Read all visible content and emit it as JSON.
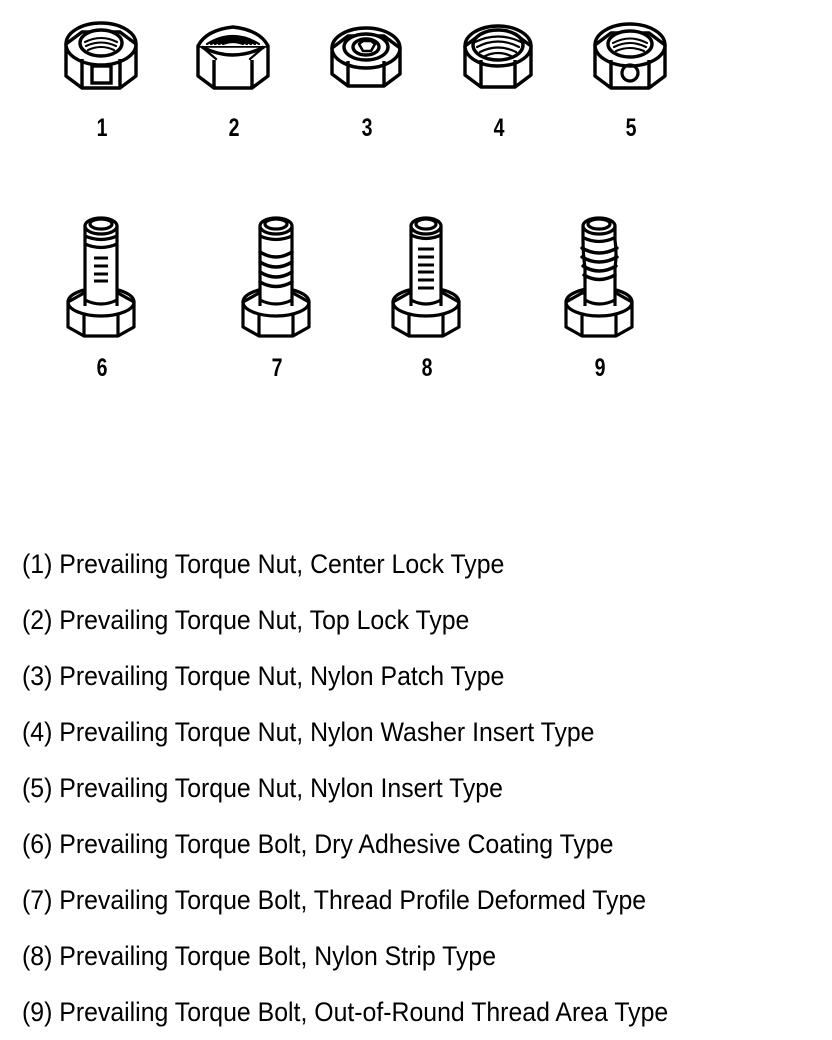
{
  "figure": {
    "nuts": [
      {
        "number": "1",
        "icon": "hex-nut-center-lock-icon",
        "name": "nut-center-lock",
        "feature": "square-indent-on-flank"
      },
      {
        "number": "2",
        "icon": "hex-nut-top-lock-icon",
        "name": "nut-top-lock",
        "feature": "crimped-deformed-top"
      },
      {
        "number": "3",
        "icon": "hex-nut-nylon-patch-icon",
        "name": "nut-nylon-patch",
        "feature": "concentric-rings-top"
      },
      {
        "number": "4",
        "icon": "hex-nut-nylon-washer-insert-icon",
        "name": "nut-nylon-washer-insert",
        "feature": "wide-thread-bore"
      },
      {
        "number": "5",
        "icon": "hex-nut-nylon-insert-icon",
        "name": "nut-nylon-insert",
        "feature": "round-hole-on-flank"
      }
    ],
    "bolts": [
      {
        "number": "6",
        "icon": "hex-bolt-dry-adhesive-icon",
        "name": "bolt-dry-adhesive-coating",
        "feature": "coating-patch-on-shank"
      },
      {
        "number": "7",
        "icon": "hex-bolt-thread-deformed-icon",
        "name": "bolt-thread-profile-deformed",
        "feature": "deformed-thread-bands"
      },
      {
        "number": "8",
        "icon": "hex-bolt-nylon-strip-icon",
        "name": "bolt-nylon-strip",
        "feature": "longitudinal-nylon-strip"
      },
      {
        "number": "9",
        "icon": "hex-bolt-out-of-round-icon",
        "name": "bolt-out-of-round-thread-area",
        "feature": "bulged-out-of-round-section"
      }
    ]
  },
  "captions": [
    "(1) Prevailing Torque Nut, Center Lock Type",
    "(2) Prevailing Torque Nut, Top Lock Type",
    "(3) Prevailing Torque Nut, Nylon Patch Type",
    "(4) Prevailing Torque Nut, Nylon Washer Insert Type",
    "(5) Prevailing Torque Nut, Nylon Insert Type",
    "(6) Prevailing Torque Bolt, Dry Adhesive Coating Type",
    "(7) Prevailing Torque Bolt, Thread Profile Deformed Type",
    "(8) Prevailing Torque Bolt, Nylon Strip Type",
    "(9) Prevailing Torque Bolt, Out-of-Round Thread Area Type"
  ],
  "colors": {
    "line": "#000000",
    "background": "#ffffff",
    "text": "#000000"
  }
}
